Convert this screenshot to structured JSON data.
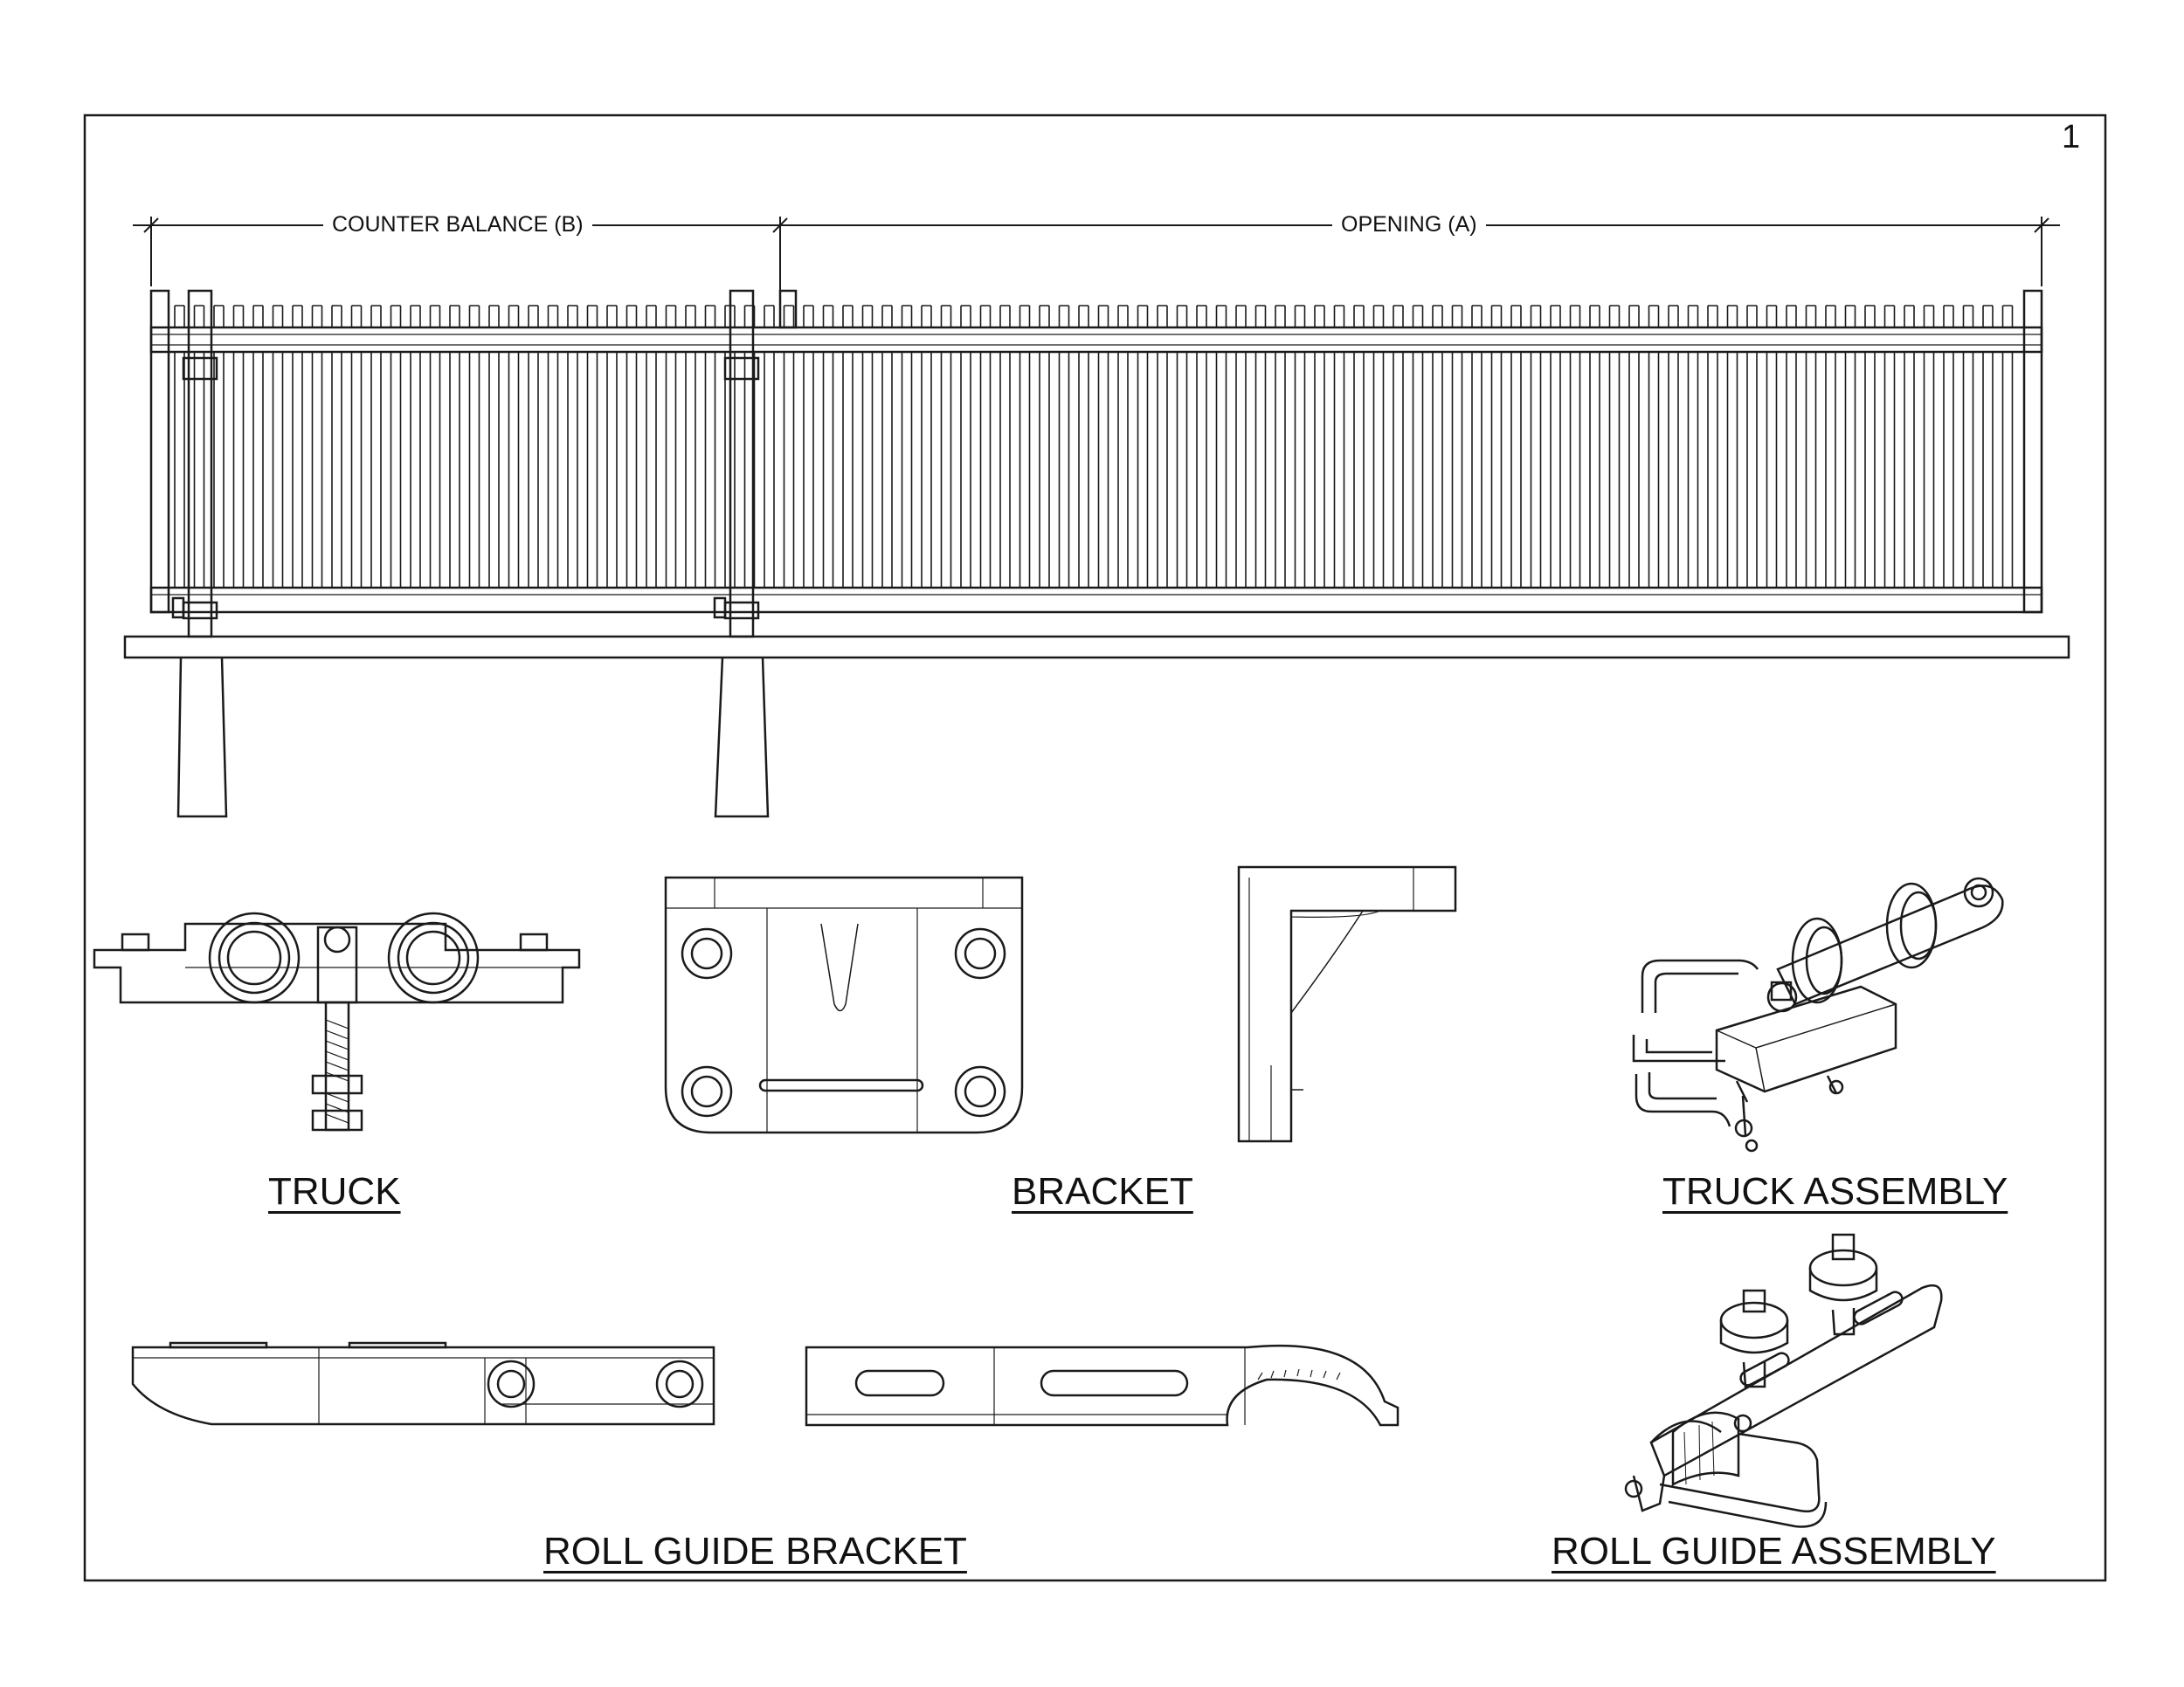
{
  "sheet": {
    "page_number": "1"
  },
  "dimensions": {
    "counter_balance": "COUNTER BALANCE (B)",
    "opening": "OPENING (A)"
  },
  "labels": {
    "truck": "TRUCK",
    "bracket": "BRACKET",
    "truck_assembly": "TRUCK ASSEMBLY",
    "roll_guide_bracket": "ROLL GUIDE BRACKET",
    "roll_guide_assembly": "ROLL GUIDE ASSEMBLY"
  },
  "colors": {
    "line": "#1a1a1a",
    "background": "#ffffff"
  }
}
